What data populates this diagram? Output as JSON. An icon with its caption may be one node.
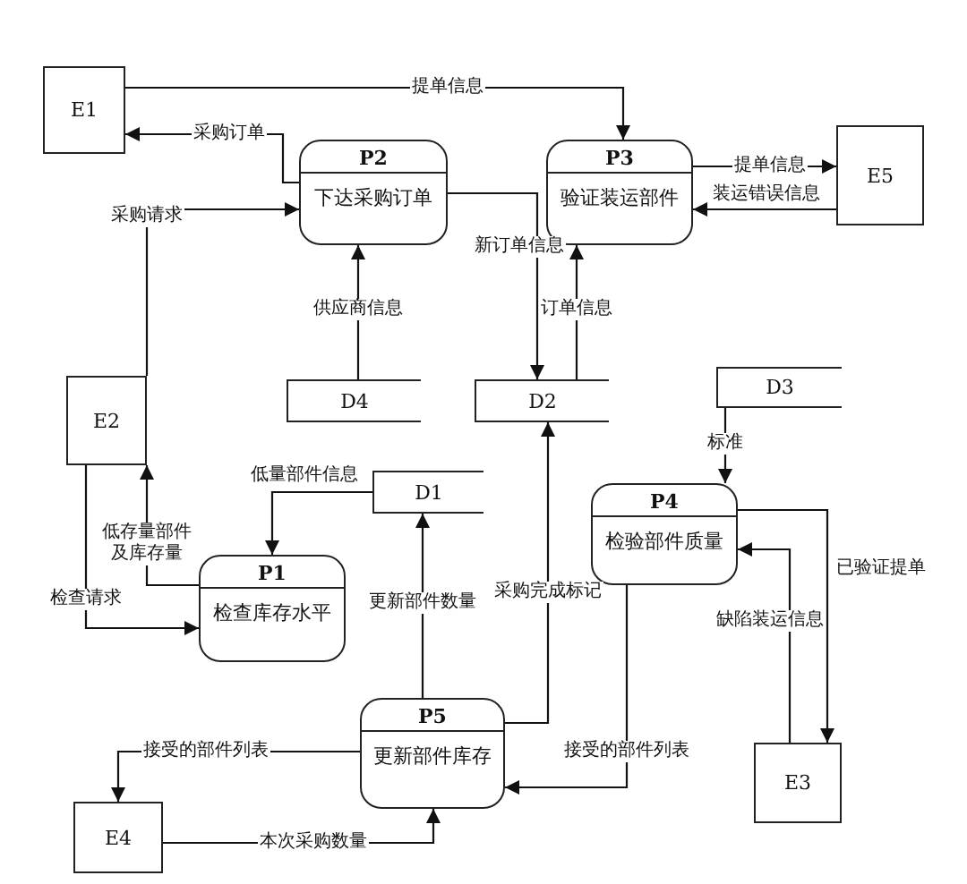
{
  "diagram": {
    "nodes": [
      {
        "text": [
          "E1"
        ]
      },
      {
        "text": [
          "P2",
          "下达采购订单"
        ]
      },
      {
        "text": [
          "P3",
          "验证装运部件"
        ]
      },
      {
        "text": [
          "E5"
        ]
      },
      {
        "text": [
          "E2"
        ]
      },
      {
        "text": [
          "D4"
        ]
      },
      {
        "text": [
          "D2"
        ]
      },
      {
        "text": [
          "D3"
        ]
      },
      {
        "text": [
          "D1"
        ]
      },
      {
        "text": [
          "P4",
          "检验部件质量"
        ]
      },
      {
        "text": [
          "P1",
          "检查库存水平"
        ]
      },
      {
        "text": [
          "P5",
          "更新部件库存"
        ]
      },
      {
        "text": [
          "E3"
        ]
      },
      {
        "text": [
          "E4"
        ]
      }
    ],
    "edges": [
      {
        "from": 0,
        "to": 2,
        "arrow": "to",
        "label": "提单信息"
      },
      {
        "from": 1,
        "to": 0,
        "arrow": "to",
        "label": "采购订单"
      },
      {
        "from": 4,
        "to": 1,
        "arrow": "to",
        "label": "采购请求"
      },
      {
        "from": 2,
        "to": 3,
        "arrow": "to",
        "label": "提单信息"
      },
      {
        "from": 3,
        "to": 2,
        "arrow": "to",
        "label": "装运错误信息"
      },
      {
        "from": 5,
        "to": 1,
        "arrow": "to",
        "label": "供应商信息"
      },
      {
        "from": 1,
        "to": 6,
        "arrow": "to",
        "label": "新订单信息"
      },
      {
        "from": 6,
        "to": 2,
        "arrow": "to",
        "label": "订单信息"
      },
      {
        "from": 10,
        "to": 4,
        "arrow": "to",
        "label": "低存量部件及库存量"
      },
      {
        "from": 4,
        "to": 10,
        "arrow": "to",
        "label": "检查请求"
      },
      {
        "from": 8,
        "to": 10,
        "arrow": "to",
        "label": "低量部件信息"
      },
      {
        "from": 11,
        "to": 8,
        "arrow": "to",
        "label": "更新部件数量"
      },
      {
        "from": 11,
        "to": 6,
        "arrow": "to",
        "label": "采购完成标记"
      },
      {
        "from": 7,
        "to": 9,
        "arrow": "to",
        "label": "标准"
      },
      {
        "from": 9,
        "to": 12,
        "arrow": "to",
        "label": "已验证提单"
      },
      {
        "from": 12,
        "to": 9,
        "arrow": "to",
        "label": "缺陷装运信息"
      },
      {
        "from": 9,
        "to": 11,
        "arrow": "to",
        "label": "接受的部件列表"
      },
      {
        "from": 11,
        "to": 13,
        "arrow": "to",
        "label": "接受的部件列表"
      },
      {
        "from": 13,
        "to": 11,
        "arrow": "to",
        "label": "本次采购数量"
      }
    ]
  }
}
